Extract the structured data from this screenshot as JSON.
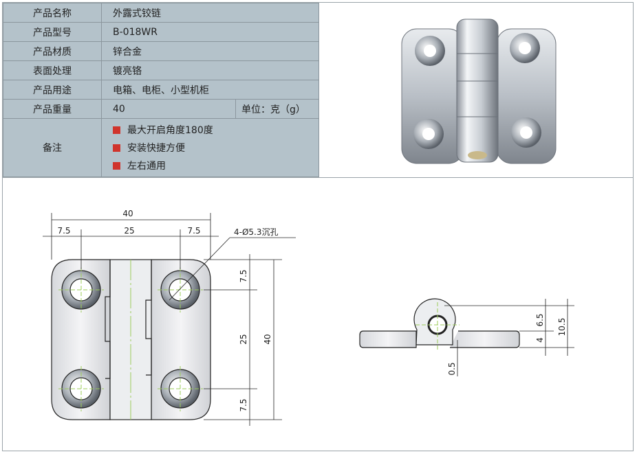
{
  "spec_table": {
    "rows": [
      {
        "label": "产品名称",
        "value": "外露式铰链"
      },
      {
        "label": "产品型号",
        "value": "B-018WR"
      },
      {
        "label": "产品材质",
        "value": "锌合金"
      },
      {
        "label": "表面处理",
        "value": "镀亮铬"
      },
      {
        "label": "产品用途",
        "value": "电箱、电柜、小型机柜"
      },
      {
        "label": "产品重量",
        "value": "40",
        "unit": "单位：克（g）"
      }
    ],
    "notes_label": "备注",
    "notes": [
      "最大开启角度180度",
      "安装快捷方便",
      "左右通用"
    ],
    "bullet_color": "#d0342c"
  },
  "drawing": {
    "front": {
      "overall_width": "40",
      "edge_left": "7.5",
      "hole_spacing": "25",
      "edge_right": "7.5",
      "hole_callout": "4-Ø5.3沉孔",
      "edge_top": "7.5",
      "hole_spacing_v": "25",
      "edge_bottom": "7.5",
      "overall_height": "40"
    },
    "side": {
      "knuckle_height": "6.5",
      "plate_thickness": "4",
      "total_height": "10.5",
      "gap": "0.5"
    }
  }
}
